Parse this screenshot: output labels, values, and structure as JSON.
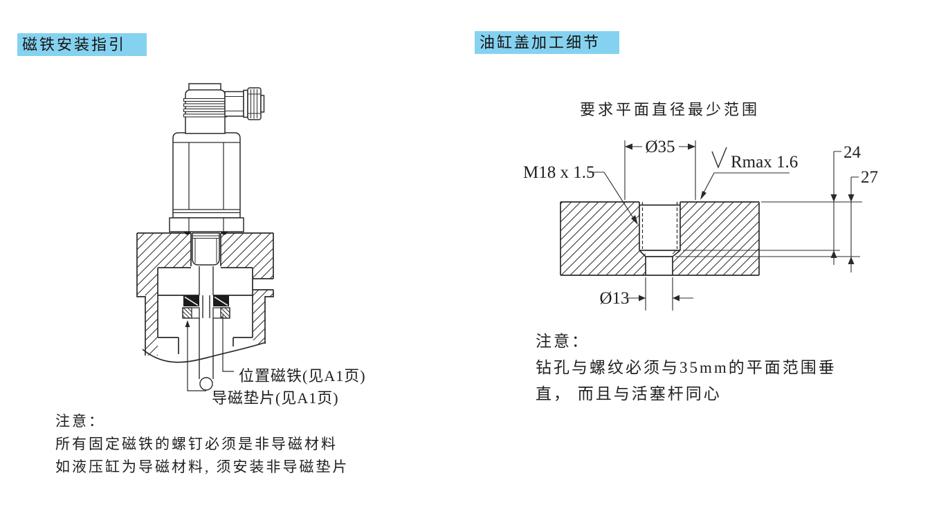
{
  "colors": {
    "highlight": "#85D2F0",
    "ink": "#1f1f1f",
    "line": "#2a2a2a"
  },
  "left_panel": {
    "header": "磁铁安装指引",
    "labels": {
      "position_magnet": "位置磁铁(见A1页)",
      "magnetic_washer": "导磁垫片(见A1页)"
    },
    "notes": {
      "title": "注意：",
      "line1": "所有固定磁铁的螺钉必须是非导磁材料",
      "line2": "如液压缸为导磁材料, 须安装非导磁垫片"
    }
  },
  "right_panel": {
    "header": "油缸盖加工细节",
    "title": "要求平面直径最少范围",
    "dimensions": {
      "flat_diameter": "Ø35",
      "thread": "M18 x 1.5",
      "roughness": "Rmax 1.6",
      "thread_depth": "24",
      "hole_depth": "27",
      "drill_diameter": "Ø13"
    },
    "notes": {
      "title": "注意：",
      "line1": "钻孔与螺纹必须与35mm的平面范围垂",
      "line2": "直， 而且与活塞杆同心"
    }
  }
}
